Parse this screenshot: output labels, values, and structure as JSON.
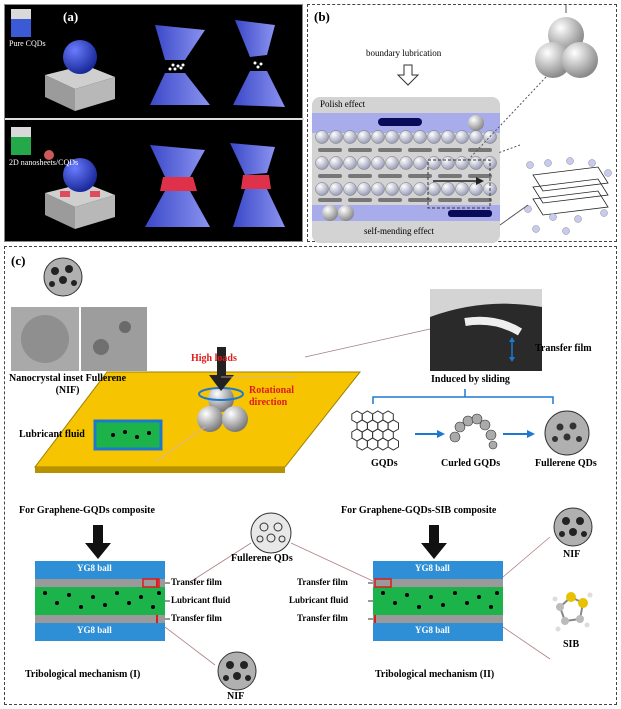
{
  "panel_a": {
    "label": "(a)",
    "row1_caption": "Pure CQDs",
    "row2_caption": "2D nanosheets/CQDs"
  },
  "panel_b": {
    "label": "(b)",
    "boundary_lubrication": "boundary lubrication",
    "polish_effect": "Polish effect",
    "self_mending": "self-mending effect"
  },
  "panel_c": {
    "label": "(c)",
    "nif_caption": "Nanocrystal inset Fullerene\n(NIF)",
    "lubricant_fluid": "Lubricant fluid",
    "high_loads": "High loads",
    "rotational_direction": "Rotational\ndirection",
    "transfer_film_top": "Transfer film",
    "induced_by_sliding": "Induced by sliding",
    "gqds": "GQDs",
    "curled_gqds": "Curled GQDs",
    "fullerene_qds_right": "Fullerene QDs",
    "left_title": "For Graphene-GQDs composite",
    "right_title": "For Graphene-GQDs-SIB composite",
    "fullerene_qds_center": "Fullerene QDs",
    "left_mech": {
      "ball_top": "YG8 ball",
      "ball_bottom": "YG8 ball",
      "transfer_film_1": "Transfer film",
      "lubricant_fluid": "Lubricant fluid",
      "transfer_film_2": "Transfer film",
      "caption": "Tribological mechanism (I)",
      "nif": "NIF"
    },
    "right_mech": {
      "ball_top": "YG8 ball",
      "ball_bottom": "YG8 ball",
      "transfer_film_1": "Transfer film",
      "lubricant_fluid": "Lubricant fluid",
      "transfer_film_2": "Transfer film",
      "caption": "Tribological mechanism (II)",
      "nif": "NIF",
      "sib": "SIB"
    }
  },
  "colors": {
    "ball_blue": "#2e8fd6",
    "fluid_green": "#1bb34a",
    "film_gray": "#9a9a9a",
    "plate_yellow": "#f6c400",
    "red": "#e01b1b",
    "polish_bar": "#7b7fd6"
  }
}
